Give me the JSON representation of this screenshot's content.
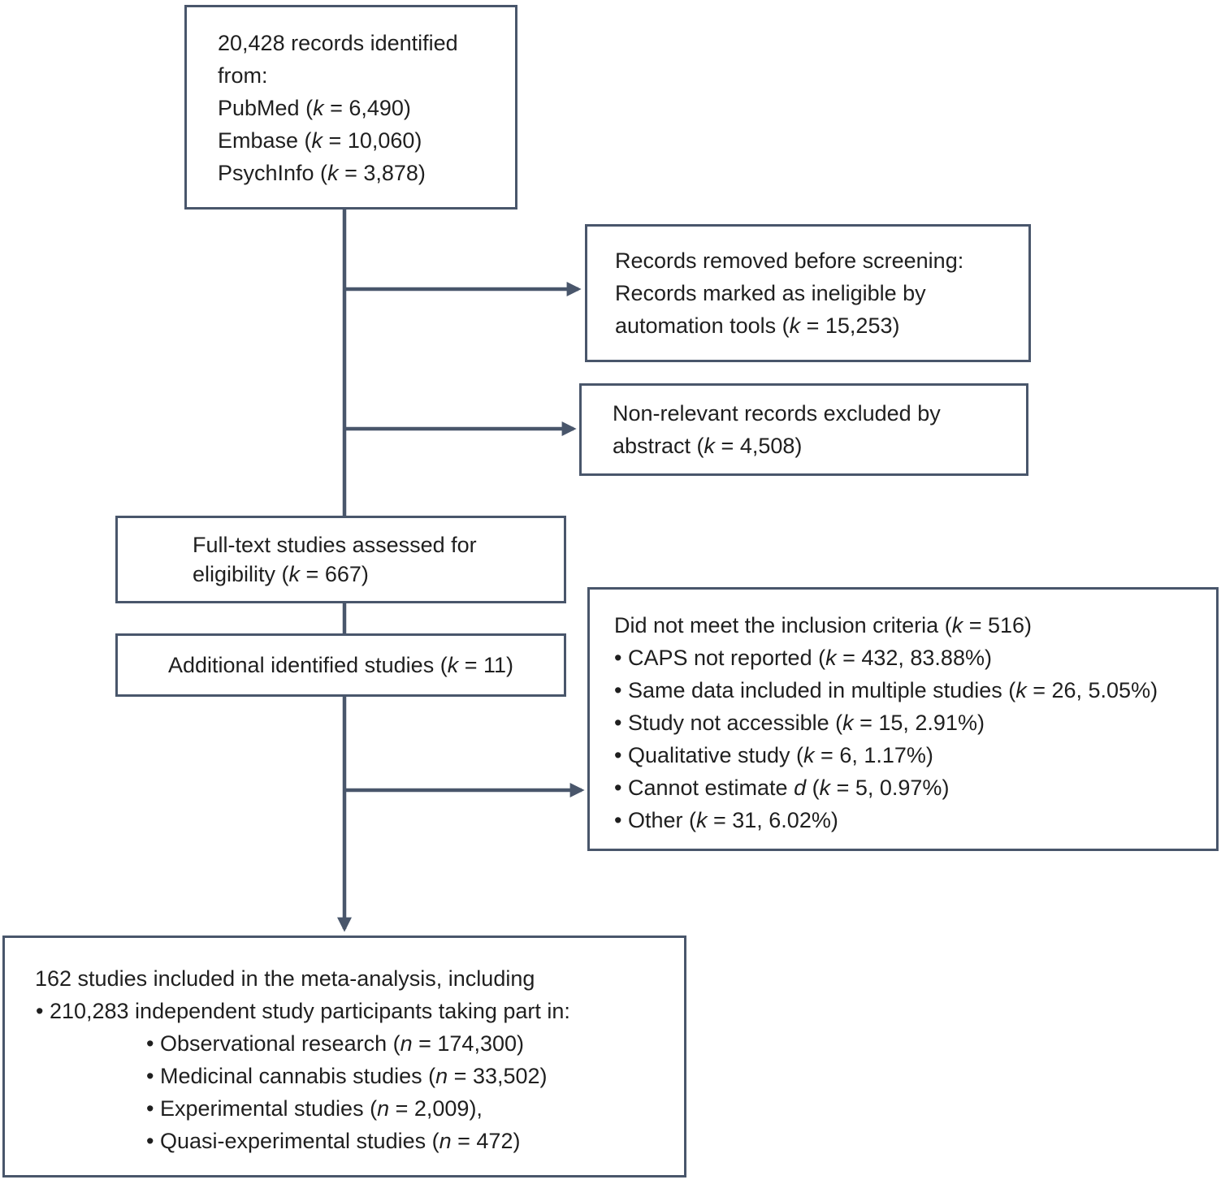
{
  "colors": {
    "box_border": "#49566b",
    "arrow": "#49566b",
    "text": "#1f1f1f",
    "background": "#ffffff"
  },
  "diagram": {
    "type": "study-selection-flowchart",
    "boxes": {
      "identification": {
        "lines": [
          "20,428 records identified",
          "from:",
          "PubMed (*k* = 6,490)",
          "Embase (*k* = 10,060)",
          "PsychInfo (*k* = 3,878)"
        ]
      },
      "removed_before_screening": {
        "lines": [
          "Records removed before screening:",
          "Records marked as ineligible by",
          "automation tools (*k* = 15,253)"
        ]
      },
      "excluded_by_abstract": {
        "lines": [
          "Non-relevant records excluded by",
          "abstract (*k* = 4,508)"
        ]
      },
      "full_text_assessed": {
        "lines": [
          "Full-text studies assessed for",
          "eligibility (*k* = 667)"
        ]
      },
      "additional_studies": {
        "lines": [
          "Additional identified studies (*k* = 11)"
        ]
      },
      "did_not_meet_criteria": {
        "title": "Did not meet the inclusion criteria (*k* = 516)",
        "bullets": [
          "• CAPS not reported (*k* = 432, 83.88%)",
          "• Same data included in multiple studies (*k* = 26, 5.05%)",
          "• Study not accessible (*k* = 15, 2.91%)",
          "• Qualitative study (*k* = 6, 1.17%)",
          "• Cannot estimate *d* (*k* = 5, 0.97%)",
          "• Other (*k* = 31, 6.02%)"
        ]
      },
      "included_in_meta_analysis": {
        "line1": "162 studies included in the meta-analysis, including",
        "line2": "• 210,283 independent study participants taking part in:",
        "sub_bullets": [
          "• Observational research (*n* = 174,300)",
          "• Medicinal cannabis studies (*n* = 33,502)",
          "• Experimental studies (*n* = 2,009),",
          "• Quasi-experimental studies (*n* = 472)"
        ]
      }
    }
  }
}
